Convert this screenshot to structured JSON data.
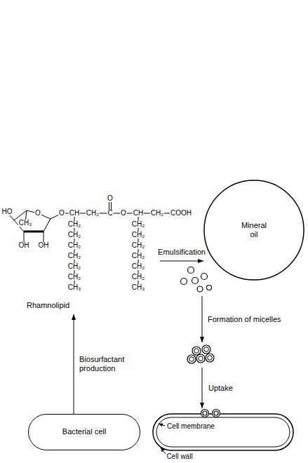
{
  "diagram": {
    "nodes": [
      {
        "text": [
          "Rhamnolipid"
        ]
      },
      {
        "text": [
          "Mineral oil"
        ]
      },
      {
        "text": [
          "Bacterial cell"
        ]
      }
    ],
    "edges": [
      {
        "from": 2,
        "to": 0,
        "arrow": "to",
        "label": "Biosurfactant production"
      },
      {
        "from": 0,
        "to": 1,
        "arrow": "to",
        "label": "Emulsification"
      }
    ],
    "labels": [
      "HO",
      "O",
      "CH₃",
      "OH",
      "OH",
      "O",
      "CH",
      "CH₂",
      "C",
      "O",
      "O",
      "CH",
      "CH₂",
      "COOH",
      "CH₂",
      "CH₂",
      "CH₂",
      "CH₂",
      "CH₂",
      "CH₂",
      "CH₃",
      "CH₂",
      "CH₂",
      "CH₂",
      "CH₂",
      "CH₂",
      "CH₂",
      "CH₃",
      "Formation of micelles",
      "Uptake",
      "Cell membrane",
      "Cell wall"
    ]
  }
}
